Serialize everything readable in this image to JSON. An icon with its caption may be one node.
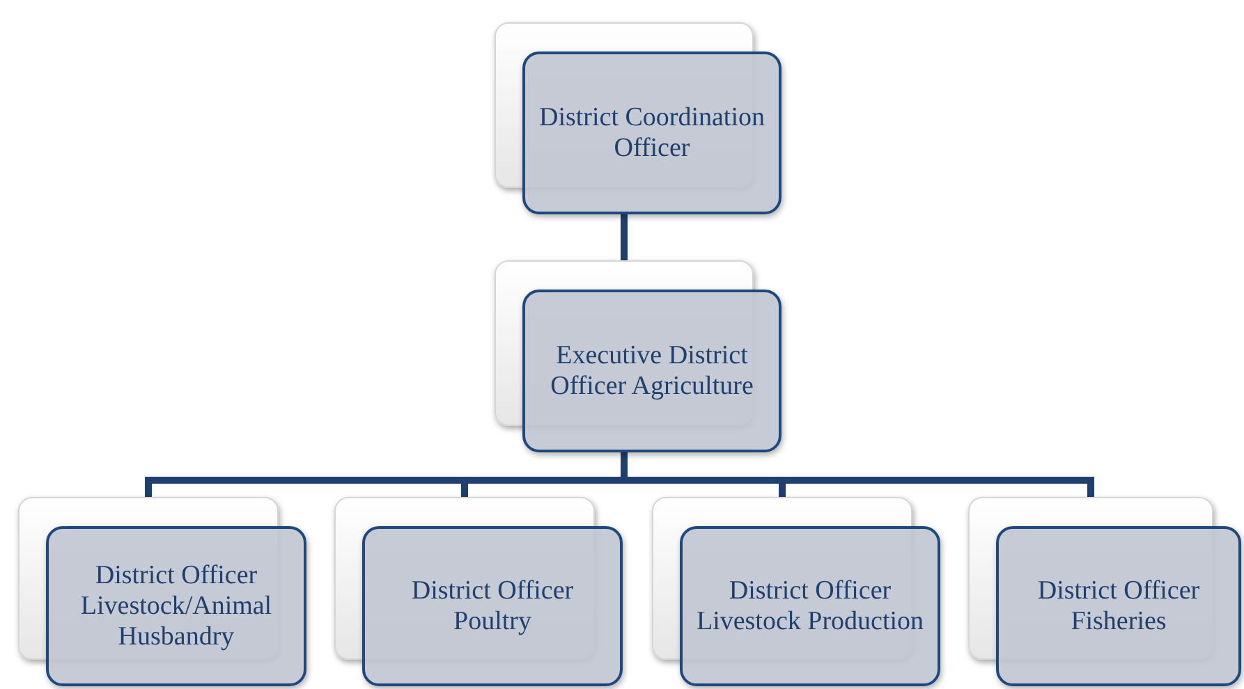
{
  "diagram": {
    "nodes": [
      {
        "text": [
          "District Coordination Officer"
        ]
      },
      {
        "text": [
          "Executive District Officer Agriculture"
        ]
      },
      {
        "text": [
          "District Officer Livestock/Animal Husbandry"
        ]
      },
      {
        "text": [
          "District Officer Poultry"
        ]
      },
      {
        "text": [
          "District Officer Livestock Production"
        ]
      },
      {
        "text": [
          "District Officer Fisheries"
        ]
      }
    ],
    "edges": [
      {
        "from": 0,
        "to": 1,
        "arrow": "none"
      },
      {
        "from": 1,
        "to": 2,
        "arrow": "none"
      },
      {
        "from": 1,
        "to": 3,
        "arrow": "none"
      },
      {
        "from": 1,
        "to": 4,
        "arrow": "none"
      },
      {
        "from": 1,
        "to": 5,
        "arrow": "none"
      }
    ]
  }
}
